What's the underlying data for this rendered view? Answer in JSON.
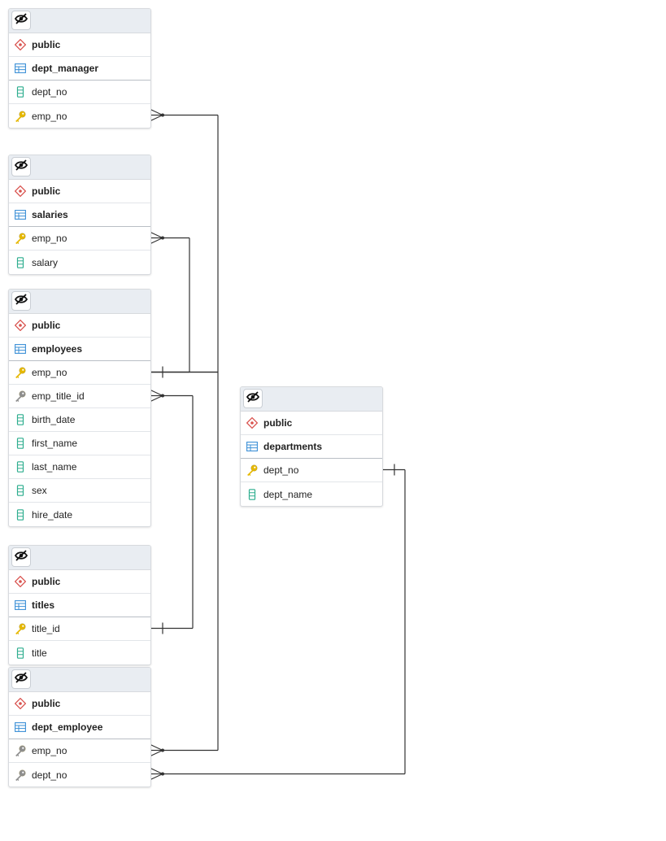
{
  "colors": {
    "schema_icon": "#d9534f",
    "table_icon": "#3a8fd6",
    "column_icon": "#2fae8f",
    "pk_icon": "#e6b800",
    "fk_icon": "#8f8f8f",
    "link": "#333333"
  },
  "tables": [
    {
      "id": "dept_manager",
      "schema": "public",
      "name": "dept_manager",
      "columns": [
        {
          "name": "dept_no",
          "icon": "column-icon"
        },
        {
          "name": "emp_no",
          "icon": "primary-key-icon"
        }
      ]
    },
    {
      "id": "salaries",
      "schema": "public",
      "name": "salaries",
      "columns": [
        {
          "name": "emp_no",
          "icon": "primary-key-icon"
        },
        {
          "name": "salary",
          "icon": "column-icon"
        }
      ]
    },
    {
      "id": "employees",
      "schema": "public",
      "name": "employees",
      "columns": [
        {
          "name": "emp_no",
          "icon": "primary-key-icon"
        },
        {
          "name": "emp_title_id",
          "icon": "foreign-key-icon"
        },
        {
          "name": "birth_date",
          "icon": "column-icon"
        },
        {
          "name": "first_name",
          "icon": "column-icon"
        },
        {
          "name": "last_name",
          "icon": "column-icon"
        },
        {
          "name": "sex",
          "icon": "column-icon"
        },
        {
          "name": "hire_date",
          "icon": "column-icon"
        }
      ]
    },
    {
      "id": "titles",
      "schema": "public",
      "name": "titles",
      "columns": [
        {
          "name": "title_id",
          "icon": "primary-key-icon"
        },
        {
          "name": "title",
          "icon": "column-icon"
        }
      ]
    },
    {
      "id": "dept_employee",
      "schema": "public",
      "name": "dept_employee",
      "columns": [
        {
          "name": "emp_no",
          "icon": "foreign-key-icon"
        },
        {
          "name": "dept_no",
          "icon": "foreign-key-icon"
        }
      ]
    },
    {
      "id": "departments",
      "schema": "public",
      "name": "departments",
      "columns": [
        {
          "name": "dept_no",
          "icon": "primary-key-icon"
        },
        {
          "name": "dept_name",
          "icon": "column-icon"
        }
      ]
    }
  ],
  "relationships": [
    {
      "from": "dept_manager.emp_no",
      "to": "employees.emp_no",
      "cardinality": "many-to-one"
    },
    {
      "from": "salaries.emp_no",
      "to": "employees.emp_no",
      "cardinality": "many-to-one"
    },
    {
      "from": "employees.emp_title_id",
      "to": "titles.title_id",
      "cardinality": "many-to-one"
    },
    {
      "from": "dept_employee.emp_no",
      "to": "employees.emp_no",
      "cardinality": "many-to-one"
    },
    {
      "from": "dept_employee.dept_no",
      "to": "departments.dept_no",
      "cardinality": "many-to-one"
    }
  ]
}
